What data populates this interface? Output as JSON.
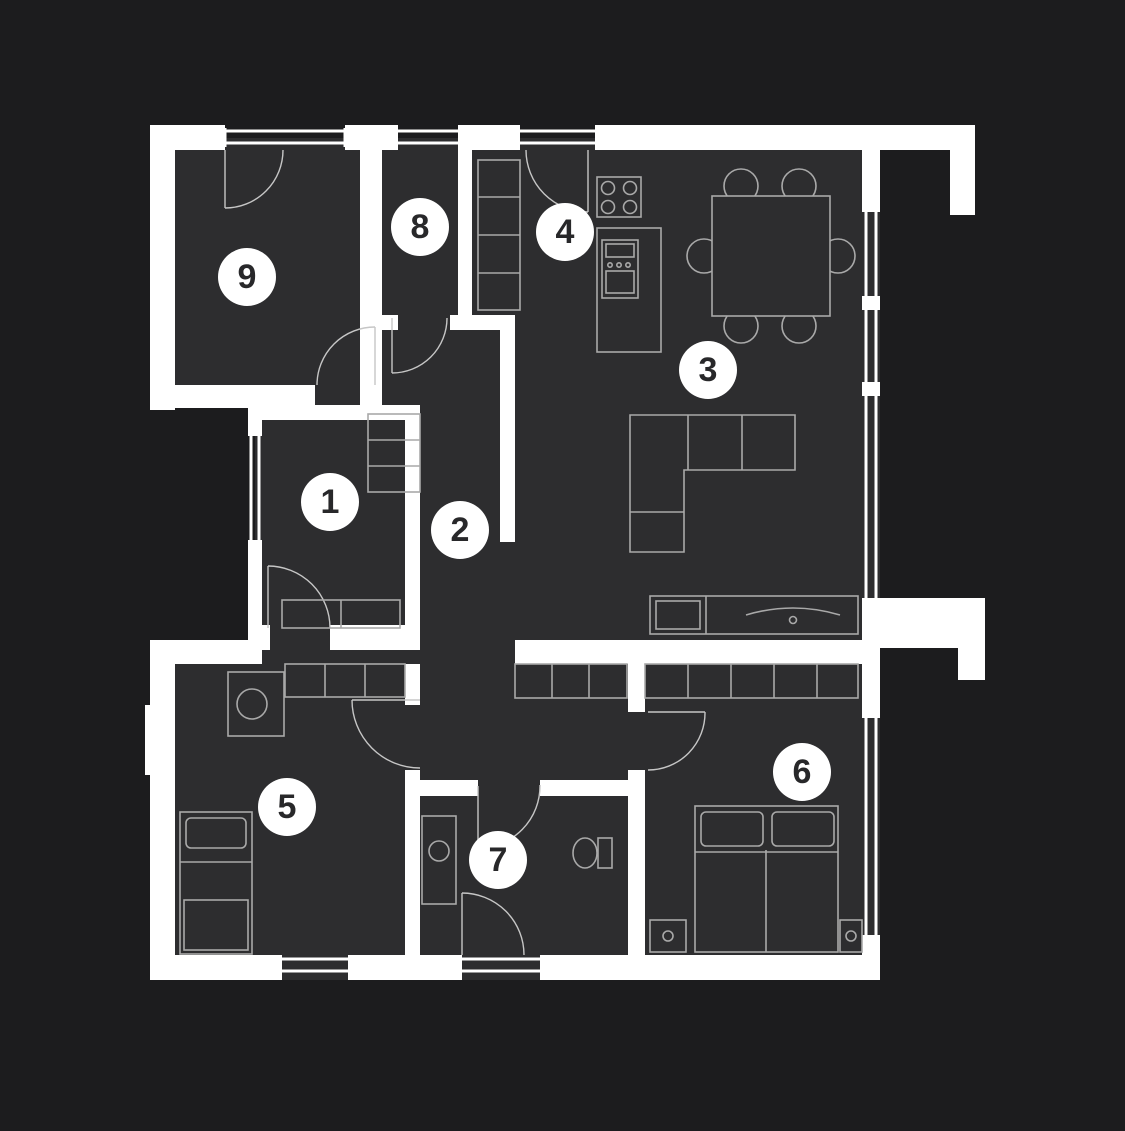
{
  "palette": {
    "background": "#1c1c1e",
    "room_fill": "#2d2d2f",
    "wall": "#ffffff",
    "window_line": "#ffffff",
    "door_line": "#c6c6c6",
    "furniture_line": "#a9a9a9",
    "marker_bg": "#ffffff",
    "marker_text": "#28282a"
  },
  "rooms": {
    "r1": {
      "label": "1"
    },
    "r2": {
      "label": "2"
    },
    "r3": {
      "label": "3"
    },
    "r4": {
      "label": "4"
    },
    "r5": {
      "label": "5"
    },
    "r6": {
      "label": "6"
    },
    "r7": {
      "label": "7"
    },
    "r8": {
      "label": "8"
    },
    "r9": {
      "label": "9"
    }
  }
}
